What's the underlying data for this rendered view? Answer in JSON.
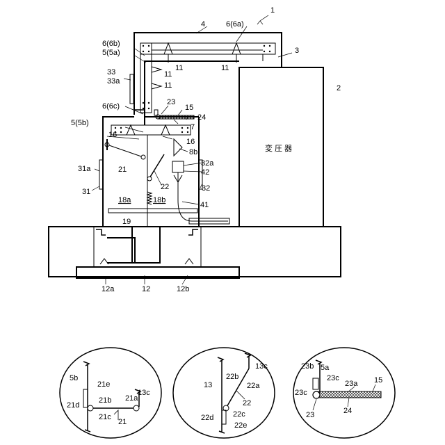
{
  "figure_number": "1",
  "transformer_text": "変圧器",
  "labels": {
    "l1": "1",
    "l2": "2",
    "l3": "3",
    "l4": "4",
    "l6a": "6(6a)",
    "l6b": "6(6b)",
    "l5a": "5(5a)",
    "l11a": "11",
    "l11b": "11",
    "l11c": "11",
    "l11d": "11",
    "l33": "33",
    "l33a": "33a",
    "l23": "23",
    "l15": "15",
    "l6c": "6(6c)",
    "l24": "24",
    "l7": "7",
    "l5b": "5(5b)",
    "l16a": "16",
    "l16b": "16",
    "l8b": "8b",
    "l21": "21",
    "l31a": "31a",
    "l32a": "32a",
    "l42": "42",
    "l22": "22",
    "l31": "31",
    "l32": "32",
    "l18a": "18a",
    "l18b": "18b",
    "l41": "41",
    "l19": "19",
    "l12a": "12a",
    "l12": "12",
    "l12b": "12b"
  },
  "detail_1": {
    "l5b": "5b",
    "l21e": "21e",
    "l21a": "21a",
    "l13c": "13c",
    "l21d": "21d",
    "l21b": "21b",
    "l21c": "21c",
    "l21": "21"
  },
  "detail_2": {
    "l13c": "13c",
    "l22b": "22b",
    "l22a": "22a",
    "l13": "13",
    "l22": "22",
    "l22c": "22c",
    "l22d": "22d",
    "l22e": "22e"
  },
  "detail_3": {
    "l23b": "23b",
    "l5a": "5a",
    "l15": "15",
    "l23c_top": "23c",
    "l23a": "23a",
    "l23c_left": "23c",
    "l23": "23",
    "l24": "24"
  }
}
